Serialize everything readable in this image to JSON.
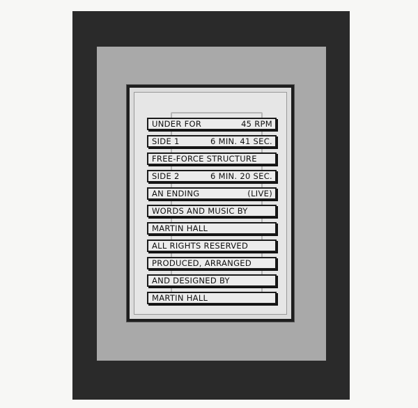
{
  "label_lines": [
    {
      "left": "UNDER FOR",
      "right": "45 RPM"
    },
    {
      "left": "SIDE 1",
      "right": "6 MIN. 41 SEC."
    },
    {
      "left": "FREE-FORCE STRUCTURE",
      "right": ""
    },
    {
      "left": "SIDE 2",
      "right": "6 MIN. 20 SEC."
    },
    {
      "left": "AN ENDING",
      "right": "(LIVE)"
    },
    {
      "left": "WORDS AND MUSIC BY",
      "right": ""
    },
    {
      "left": "MARTIN HALL",
      "right": ""
    },
    {
      "left": "ALL RIGHTS RESERVED",
      "right": ""
    },
    {
      "left": "PRODUCED, ARRANGED",
      "right": ""
    },
    {
      "left": "AND DESIGNED BY",
      "right": ""
    },
    {
      "left": "MARTIN HALL",
      "right": ""
    }
  ],
  "colors": {
    "frame": "#2a2a2a",
    "mat": "#a9a9a9",
    "paper": "#e6e6e6"
  }
}
